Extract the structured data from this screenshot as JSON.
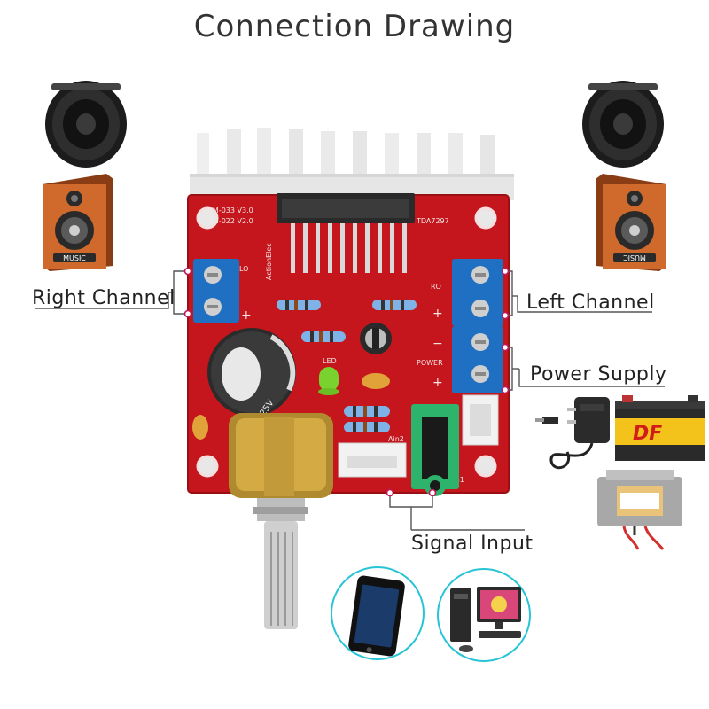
{
  "title": "Connection Drawing",
  "labels": {
    "right_channel": "Right Channel",
    "left_channel": "Left Channel",
    "power_supply": "Power Supply",
    "signal_input": "Signal Input"
  },
  "board": {
    "model_top": "WM-033 V3.0",
    "model": "WM-022 V2.0",
    "chip": "TDA7297",
    "brand": "ActionElec",
    "lo": "LO",
    "ro": "RO",
    "power": "POWER",
    "led": "LED",
    "ain2": "Ain2",
    "ain1": "Ain1",
    "plus": "+",
    "minus": "−",
    "cap_label": "25V"
  },
  "speaker_left_badge": "MUSIC",
  "speaker_right_badge": "MUSIC",
  "battery_brand": "DF",
  "colors": {
    "pcb": "#c4161c",
    "terminal": "#1f6fc2",
    "callout": "#c2185b",
    "speaker_wood": "#c8612a",
    "jack": "#2db36c",
    "device_ring": "#27c4d6"
  },
  "icons": [
    "speaker-driver-icon",
    "speaker-cabinet-icon",
    "power-adapter-icon",
    "car-battery-icon",
    "transformer-icon",
    "smartphone-icon",
    "desktop-computer-icon"
  ]
}
